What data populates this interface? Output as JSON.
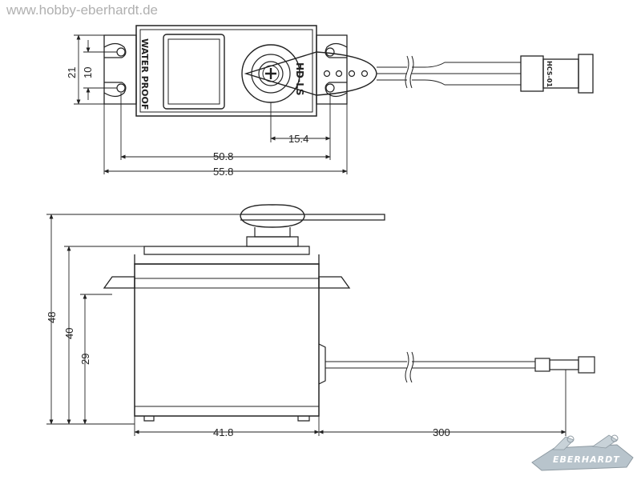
{
  "header": {
    "site_url": "www.hobby-eberhardt.de"
  },
  "top_view": {
    "label_waterproof": "WATER PROOF",
    "label_model": "HD-LS",
    "label_connector": "HCS-01",
    "dims": {
      "height": "21",
      "hole_spacing": "10",
      "shaft_offset": "15.4",
      "mount_inner": "50.8",
      "mount_outer": "55.8"
    }
  },
  "side_view": {
    "dims": {
      "total_height": "48",
      "body_height": "40",
      "flange_height": "29",
      "body_width": "41.8",
      "cable_length": "300"
    }
  },
  "logo": {
    "text": "EBERHARDT"
  },
  "colors": {
    "line": "#222222",
    "watermark": "#b0b0b0",
    "logo_fill": "#b8c4cc"
  }
}
